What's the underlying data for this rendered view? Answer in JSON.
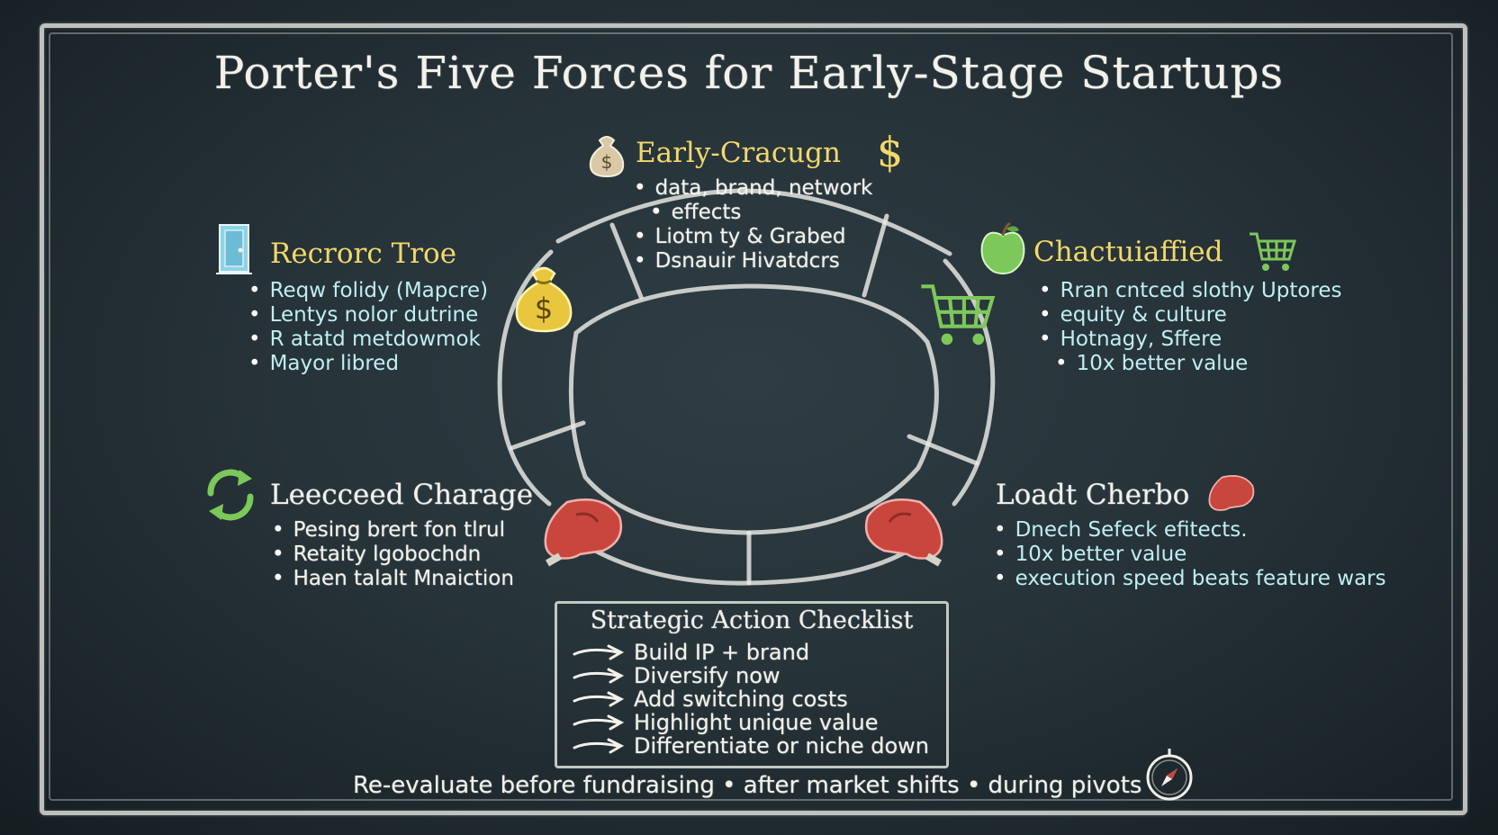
{
  "title": "Porter's Five Forces for Early-Stage Startups",
  "forces": {
    "top": {
      "heading": "Early-Cracugn",
      "icon": "money-bag-icon",
      "dollar": "$",
      "items": [
        "data, brand, network",
        "effects",
        "Liotm ty & Grabed",
        "Dsnauir Hivatdcrs"
      ]
    },
    "left": {
      "heading": "Recrorc Troe",
      "icon": "door-icon",
      "items": [
        "Reqw folidy (Mapcre)",
        "Lentys nolor dutrine",
        "R atatd metdowmok",
        "Mayor libred"
      ]
    },
    "right": {
      "heading": "Chactuiaffied",
      "icon": "apple-icon",
      "items": [
        "Rran cntced slothy Uptores",
        "equity & culture",
        "Hotnagy, Sffere",
        "10x better value"
      ]
    },
    "bottom_left": {
      "heading": "Leecceed Charage",
      "icon": "refresh-arrows-icon",
      "items": [
        "Pesing brert fon tlrul",
        "Retaity lgobochdn",
        "Haen talalt Mnaiction"
      ]
    },
    "bottom_right": {
      "heading": "Loadt Cherbo",
      "icon": "boxing-glove-icon",
      "items": [
        "Dnech Sefeck efitects.",
        "10x better value",
        "execution speed beats feature wars"
      ]
    }
  },
  "checklist": {
    "title": "Strategic Action Checklist",
    "items": [
      "Build IP + brand",
      "Diversify now",
      "Add switching costs",
      "Highlight unique value",
      "Differentiate or niche down"
    ]
  },
  "footer": "Re-evaluate before fundraising • after market shifts • during pivots",
  "colors": {
    "board": "#263339",
    "chalk": "#f2f1ea",
    "yellow": "#f3d86a",
    "aqua": "#bfeef2",
    "green": "#7cc85a",
    "red": "#c8463e",
    "blue": "#8fd3e6"
  }
}
